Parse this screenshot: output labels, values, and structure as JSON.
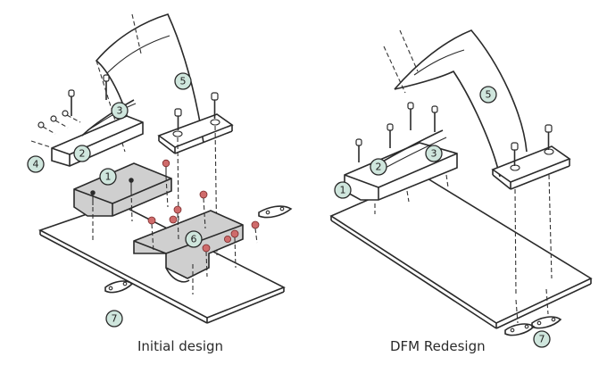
{
  "captions": {
    "left": "Initial design",
    "right": "DFM Redesign"
  },
  "callouts": {
    "part_1": "1",
    "part_2": "2",
    "part_3": "3",
    "part_4": "4",
    "part_5": "5",
    "part_6": "6",
    "part_7": "7"
  },
  "colors": {
    "callout_fill": "#cfe6dd",
    "shaded_part": "#cfcfcf",
    "rivet": "#cf6b6b",
    "line": "#2a2a2a"
  }
}
